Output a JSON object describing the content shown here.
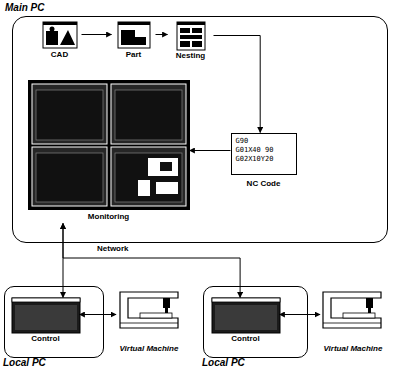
{
  "diagram": {
    "nodes": [
      {
        "text": [
          "Main PC"
        ]
      },
      {
        "text": [
          "CAD"
        ],
        "in": 0
      },
      {
        "text": [
          "Part"
        ],
        "in": 0
      },
      {
        "text": [
          "Nesting"
        ],
        "in": 0
      },
      {
        "text": [
          "G90",
          "G01X40 90",
          "G02X10Y20",
          "NC Code"
        ],
        "in": 0
      },
      {
        "text": [
          "Monitoring"
        ],
        "in": 0
      },
      {
        "text": [
          "Local PC"
        ]
      },
      {
        "text": [
          "Control"
        ],
        "in": 6
      },
      {
        "text": [
          "Virtual Machine"
        ]
      },
      {
        "text": [
          "Local PC"
        ]
      },
      {
        "text": [
          "Control"
        ],
        "in": 9
      },
      {
        "text": [
          "Virtual Machine"
        ]
      }
    ],
    "edges": [
      {
        "from": 1,
        "to": 2,
        "arrow": "to"
      },
      {
        "from": 2,
        "to": 3,
        "arrow": "to"
      },
      {
        "from": 3,
        "to": 4,
        "arrow": "to"
      },
      {
        "from": 4,
        "to": 5,
        "arrow": "to"
      },
      {
        "from": 5,
        "to": 7,
        "arrow": "both"
      },
      {
        "from": 5,
        "to": 10,
        "arrow": "both"
      },
      {
        "from": 7,
        "to": 8,
        "arrow": "both"
      },
      {
        "from": 10,
        "to": 11,
        "arrow": "both"
      }
    ],
    "labels": [
      "Network"
    ]
  }
}
